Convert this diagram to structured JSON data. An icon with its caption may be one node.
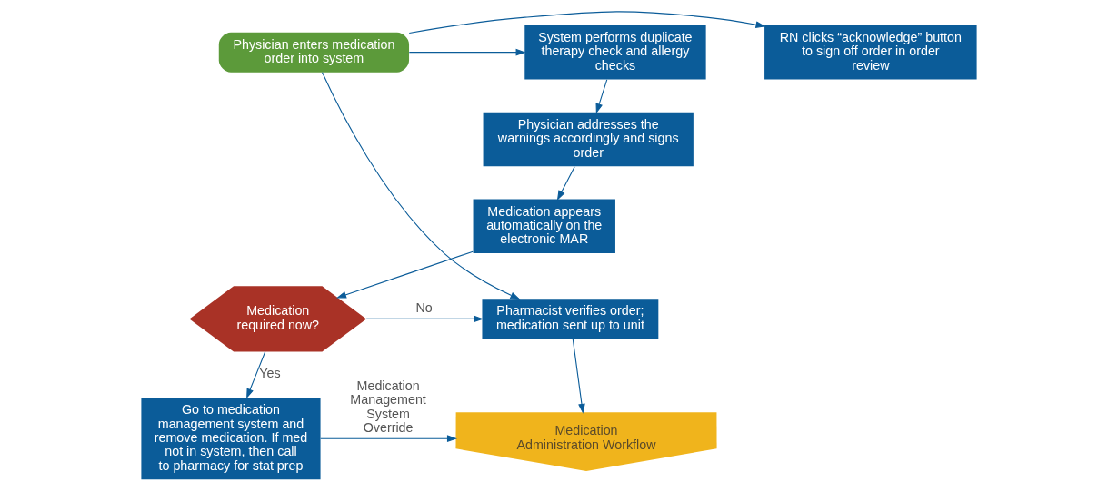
{
  "diagram": {
    "nodes": [
      {
        "text": [
          "System performs duplicate therapy check and allergy checks"
        ]
      },
      {
        "text": [
          "Physician enters medication order into system"
        ]
      },
      {
        "text": [
          "RN clicks “acknowledge” button to sign off order in order review"
        ]
      },
      {
        "text": [
          "Physician addresses the warnings accordingly and signs order"
        ]
      },
      {
        "text": [
          "Medication appears automatically on the electronic MAR"
        ]
      },
      {
        "text": [
          "Medication required now?"
        ]
      },
      {
        "text": [
          "Pharmacist verifies order; medication sent up to unit"
        ]
      },
      {
        "text": [
          "Go to medication management system and remove medication. If med not in system, then call to pharmacy for stat prep"
        ]
      },
      {
        "text": [
          "Medication Administration Workflow"
        ]
      }
    ],
    "edges": [
      {
        "from": 1,
        "to": 0,
        "arrow": "to"
      },
      {
        "from": 1,
        "to": 2,
        "arrow": "to"
      },
      {
        "from": 1,
        "to": 6,
        "arrow": "to"
      },
      {
        "from": 0,
        "to": 3,
        "arrow": "to"
      },
      {
        "from": 3,
        "to": 4,
        "arrow": "to"
      },
      {
        "from": 4,
        "to": 5,
        "arrow": "to"
      },
      {
        "from": 5,
        "to": 6,
        "arrow": "to",
        "label": "No"
      },
      {
        "from": 5,
        "to": 7,
        "arrow": "to",
        "label": "Yes"
      },
      {
        "from": 6,
        "to": 8,
        "arrow": "to"
      },
      {
        "from": 7,
        "to": 8,
        "arrow": "to",
        "label": "Medication Management System Override"
      }
    ]
  }
}
